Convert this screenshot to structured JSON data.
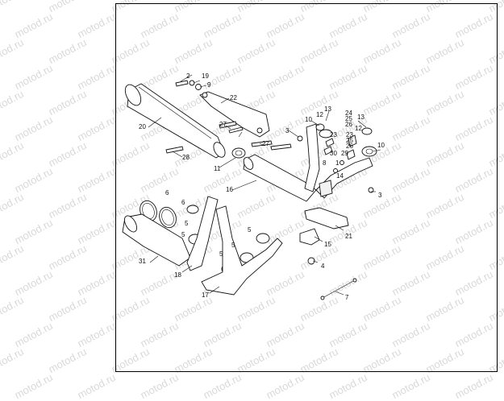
{
  "watermark": "motod.ru",
  "callouts": {
    "c1": "1",
    "c2": "2",
    "c3a": "3",
    "c3b": "3",
    "c4": "4",
    "c5a": "5",
    "c5b": "5",
    "c5c": "5",
    "c5d": "5",
    "c5e": "5",
    "c6a": "6",
    "c6b": "6",
    "c7": "7",
    "c8": "8",
    "c9": "9",
    "c10a": "10",
    "c10b": "10",
    "c11": "11",
    "c12a": "12",
    "c12b": "12",
    "c13a": "13",
    "c13b": "13",
    "c14": "14",
    "c15": "15",
    "c16": "16",
    "c17": "17",
    "c18": "18",
    "c19": "19",
    "c20": "20",
    "c21": "21",
    "c22": "22",
    "c23a": "23",
    "c23b": "23",
    "c24": "24",
    "c25a": "25",
    "c25b": "25",
    "c26a": "26",
    "c26b": "26",
    "c27a": "27",
    "c27b": "27",
    "c28": "28",
    "c29": "29",
    "c30": "30",
    "c31": "31"
  }
}
